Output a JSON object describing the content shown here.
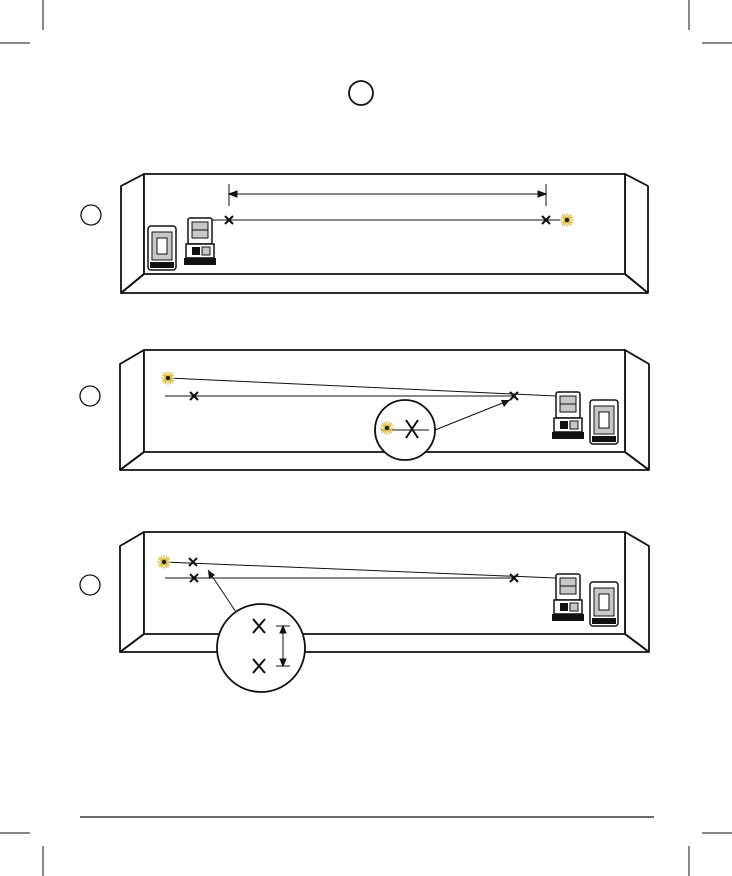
{
  "page": {
    "background": "#ffffff",
    "ink": "#1a1a1a"
  },
  "icons": {
    "crop_mark": "crop-mark-icon",
    "step_marker": "step-circle-icon",
    "mark": "x-mark-icon",
    "laser_spot": "laser-burst-icon",
    "laser_tool": "laser-level-icon",
    "battery": "battery-icon",
    "magnifier": "magnifier-circle-icon",
    "measure": "dimension-arrow-icon"
  },
  "colors": {
    "laser_glow": "#d8b830",
    "tool_gray": "#c8c8c8"
  },
  "panels": [
    {
      "id": "panel-1",
      "step_label": ""
    },
    {
      "id": "panel-2",
      "step_label": ""
    },
    {
      "id": "panel-3",
      "step_label": ""
    }
  ],
  "header": {
    "step_label": ""
  }
}
